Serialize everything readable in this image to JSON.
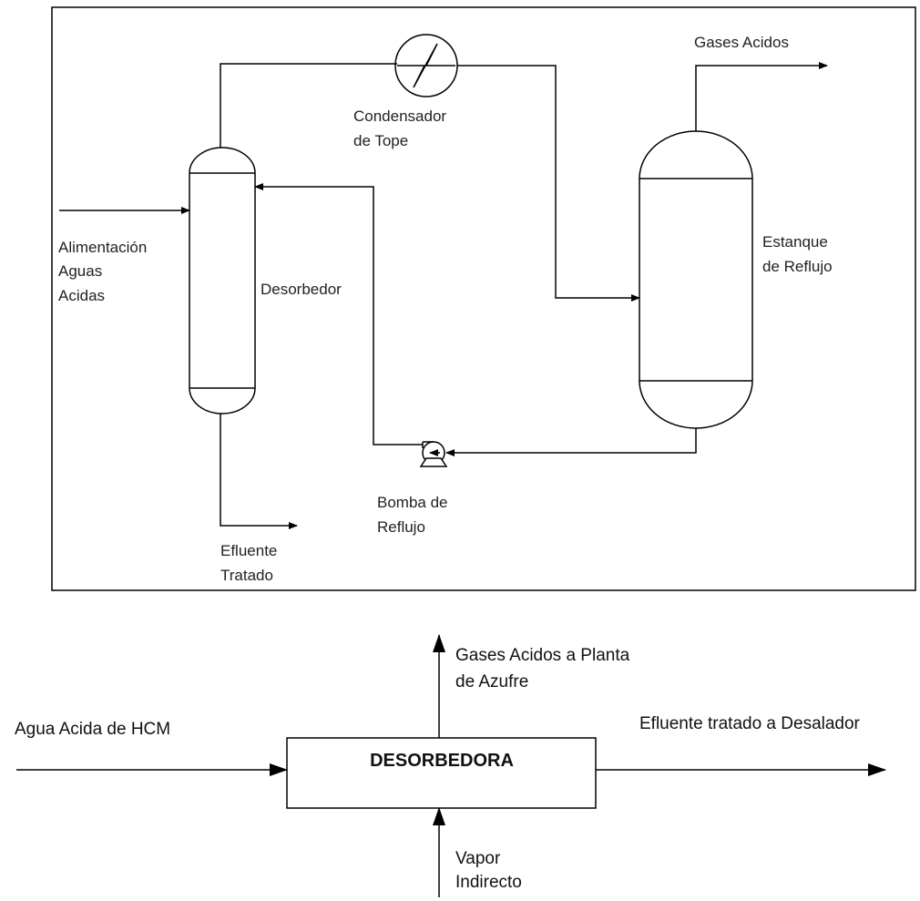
{
  "upper_diagram": {
    "labels": {
      "gases_acidos": "Gases Acidos",
      "condensador_line1": "Condensador",
      "condensador_line2": "de Tope",
      "alimentacion_line1": "Alimentación",
      "alimentacion_line2": "Aguas",
      "alimentacion_line3": "Acidas",
      "desorbedor": "Desorbedor",
      "estanque_line1": "Estanque",
      "estanque_line2": "de Reflujo",
      "bomba_line1": "Bomba de",
      "bomba_line2": "Reflujo",
      "efluente_line1": "Efluente",
      "efluente_line2": "Tratado"
    }
  },
  "lower_diagram": {
    "labels": {
      "agua_acida": "Agua Acida de HCM",
      "gases_line1": "Gases Acidos a Planta",
      "gases_line2": "de Azufre",
      "efluente": "Efluente tratado a Desalador",
      "box": "DESORBEDORA",
      "vapor_line1": "Vapor",
      "vapor_line2": "Indirecto"
    }
  }
}
